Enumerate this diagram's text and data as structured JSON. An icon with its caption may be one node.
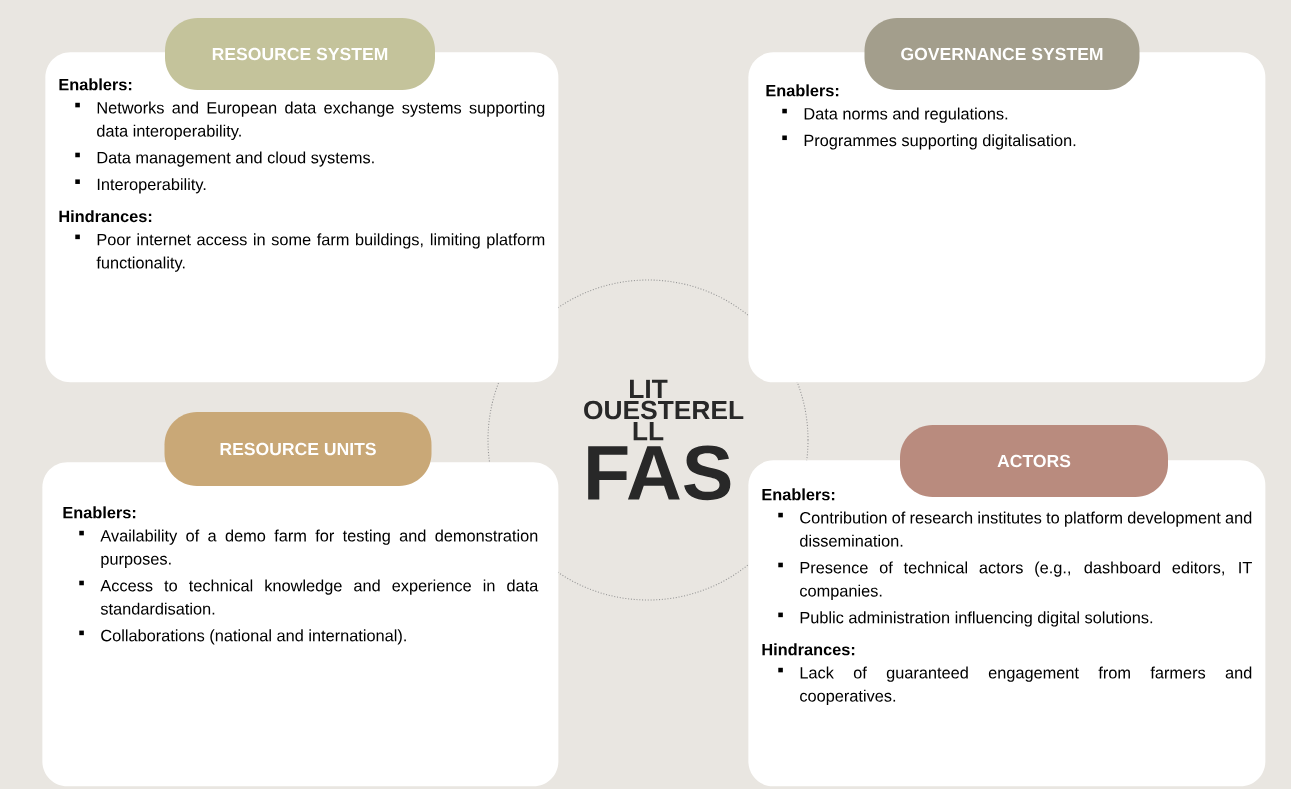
{
  "diagram": {
    "nodes": [
      {
        "text": [
          "RESOURCE SYSTEM"
        ]
      },
      {
        "text": [
          "Enablers:",
          "Networks and European data exchange systems supporting data interoperability.",
          "Data management and cloud systems.",
          "Interoperability.",
          "Hindrances:",
          "Poor internet access in some farm buildings, limiting platform functionality."
        ]
      },
      {
        "text": [
          "GOVERNANCE SYSTEM"
        ]
      },
      {
        "text": [
          "Enablers:",
          "Data norms and regulations.",
          "Programmes supporting digitalisation."
        ]
      },
      {
        "text": [
          "LIT OUESTEREL LL",
          "FAS"
        ]
      },
      {
        "text": [
          "RESOURCE UNITS"
        ]
      },
      {
        "text": [
          "Enablers:",
          "Availability of a demo farm for testing and demonstration purposes.",
          "Access to technical knowledge and experience in data standardisation.",
          "Collaborations (national and international)."
        ]
      },
      {
        "text": [
          "ACTORS"
        ]
      },
      {
        "text": [
          "Enablers:",
          "Contribution of research institutes to platform development and dissemination.",
          "Presence of technical actors (e.g., dashboard editors, IT companies.",
          "Public administration influencing digital solutions.",
          "Hindrances:",
          "Lack of guaranteed engagement from farmers and cooperatives."
        ]
      }
    ],
    "edges": []
  }
}
